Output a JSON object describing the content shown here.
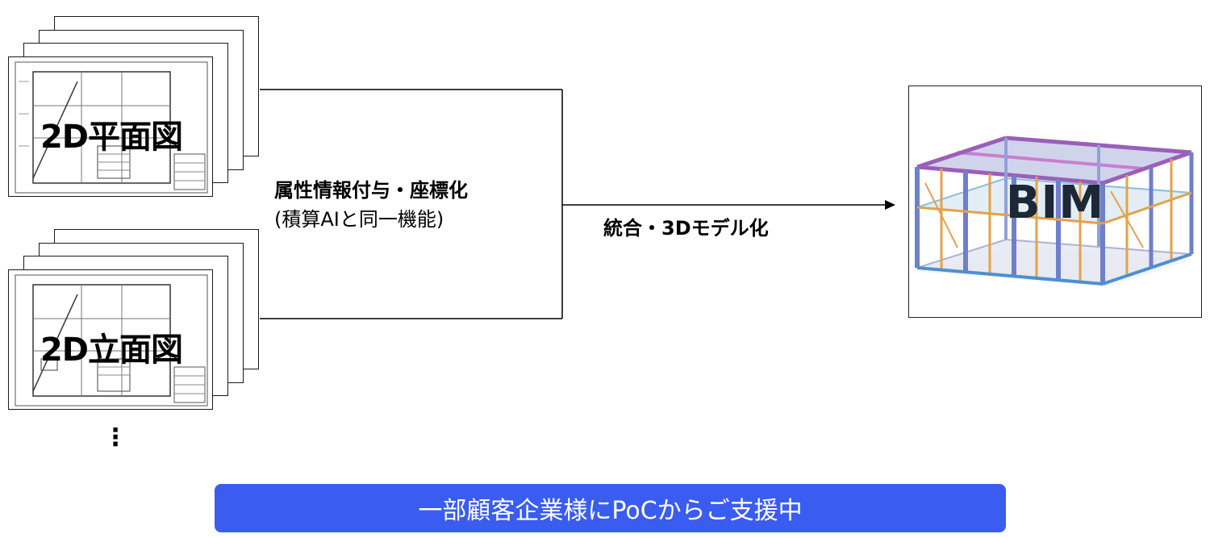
{
  "stacks": [
    {
      "label": "2D平面図"
    },
    {
      "label": "2D立面図"
    }
  ],
  "more_indicator": "⋮",
  "process": {
    "line1": "属性情報付与・座標化",
    "line2": "(積算AIと同一機能)"
  },
  "arrow_label": "統合・3Dモデル化",
  "output": {
    "label": "BIM"
  },
  "banner": {
    "text": "一部顧客企業様にPoCからご支援中"
  },
  "colors": {
    "banner": "#3a5cf0",
    "bim_text": "#1c2737"
  }
}
